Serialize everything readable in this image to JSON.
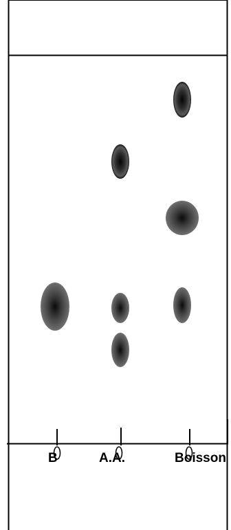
{
  "lanes": [
    {
      "id": "b",
      "label": "B"
    },
    {
      "id": "aa",
      "label": "A.A."
    },
    {
      "id": "boisson",
      "label": "Boisson"
    }
  ],
  "colors": {
    "spot_center": "#111111",
    "spot_edge": "#6e6e6e",
    "line": "#000000",
    "background": "#ffffff"
  }
}
